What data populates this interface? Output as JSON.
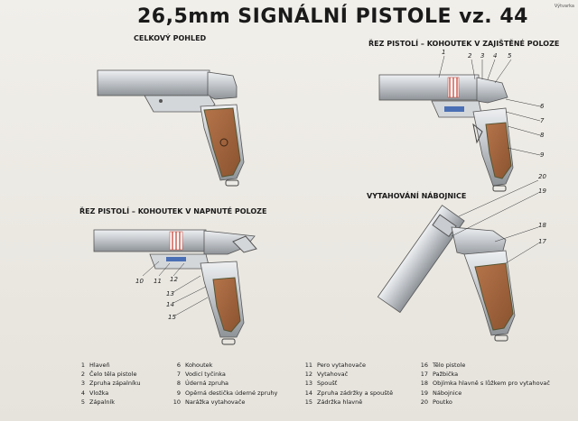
{
  "title": "26,5mm SIGNÁLNÍ PISTOLE vz. 44",
  "corner_tag": "Výtvarka",
  "views": {
    "overall": "CELKOVÝ POHLED",
    "section_safe": "ŘEZ PISTOLÍ – KOHOUTEK V ZAJIŠTĚNÉ POLOZE",
    "section_cocked": "ŘEZ PISTOLÍ – KOHOUTEK V NAPNUTÉ POLOZE",
    "extraction": "VYTAHOVÁNÍ NÁBOJNICE"
  },
  "callouts": {
    "safe": [
      "1",
      "2",
      "3",
      "4",
      "5",
      "6",
      "7",
      "8",
      "9"
    ],
    "cocked": [
      "10",
      "11",
      "12",
      "13",
      "14",
      "15"
    ],
    "extraction": [
      "20",
      "19",
      "18",
      "17"
    ]
  },
  "legend": {
    "col1": [
      {
        "n": "1",
        "t": "Hlaveň"
      },
      {
        "n": "2",
        "t": "Čelo těla pistole"
      },
      {
        "n": "3",
        "t": "Zpruha zápalníku"
      },
      {
        "n": "4",
        "t": "Vložka"
      },
      {
        "n": "5",
        "t": "Zápalník"
      }
    ],
    "col2": [
      {
        "n": "6",
        "t": "Kohoutek"
      },
      {
        "n": "7",
        "t": "Vodicí tyčinka"
      },
      {
        "n": "8",
        "t": "Úderná zpruha"
      },
      {
        "n": "9",
        "t": "Opěrná destička úderné zpruhy"
      },
      {
        "n": "10",
        "t": "Narážka vytahovače"
      }
    ],
    "col3": [
      {
        "n": "11",
        "t": "Pero vytahovače"
      },
      {
        "n": "12",
        "t": "Vytahovač"
      },
      {
        "n": "13",
        "t": "Spoušť"
      },
      {
        "n": "14",
        "t": "Zpruha zádržky a spouště"
      },
      {
        "n": "15",
        "t": "Zádržka hlavně"
      }
    ],
    "col4": [
      {
        "n": "16",
        "t": "Tělo pistole"
      },
      {
        "n": "17",
        "t": "Pažbička"
      },
      {
        "n": "18",
        "t": "Objímka hlavně s lůžkem pro vytahovač"
      },
      {
        "n": "19",
        "t": "Nábojnice"
      },
      {
        "n": "20",
        "t": "Poutko"
      }
    ]
  },
  "colors": {
    "steel": "#c9ccd0",
    "grip": "#a0643a",
    "cartridge": "#c0392b",
    "blue": "#4a6fb5"
  }
}
